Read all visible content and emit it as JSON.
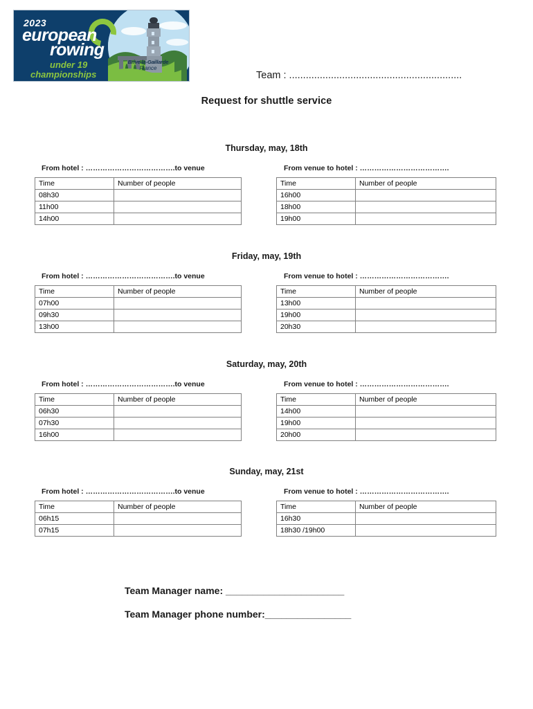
{
  "logo": {
    "year": "2023",
    "line1": "european",
    "line2": "rowing",
    "line3": "under 19",
    "line4": "championships",
    "venue_city": "Brive-la-Gaillarde",
    "venue_country": "France",
    "colors": {
      "navy": "#0e3f6b",
      "green": "#8dc63f",
      "white": "#ffffff"
    }
  },
  "header": {
    "team_label": "Team : ..............................................................",
    "title": "Request for shuttle service"
  },
  "labels": {
    "from_hotel": "From hotel : ……………………………….to venue",
    "from_venue": "From venue to hotel : ……………………………….",
    "col_time": "Time",
    "col_people": "Number of people"
  },
  "days": [
    {
      "title": "Thursday, may, 18th",
      "to_venue": {
        "times": [
          "08h30",
          "11h00",
          "14h00"
        ]
      },
      "to_hotel": {
        "times": [
          "16h00",
          "18h00",
          "19h00"
        ]
      }
    },
    {
      "title": "Friday, may, 19th",
      "to_venue": {
        "times": [
          "07h00",
          "09h30",
          "13h00"
        ]
      },
      "to_hotel": {
        "times": [
          "13h00",
          "19h00",
          "20h30"
        ]
      }
    },
    {
      "title": "Saturday, may, 20th",
      "to_venue": {
        "times": [
          "06h30",
          "07h30",
          "16h00"
        ]
      },
      "to_hotel": {
        "times": [
          "14h00",
          "19h00",
          "20h00"
        ]
      }
    },
    {
      "title": "Sunday, may, 21st",
      "to_venue": {
        "times": [
          "06h15",
          "07h15"
        ]
      },
      "to_hotel": {
        "times": [
          "16h30",
          "18h30 /19h00"
        ]
      }
    }
  ],
  "footer": {
    "manager_name_label": "Team Manager name: ______________________",
    "manager_phone_label": "Team Manager phone number:________________"
  }
}
